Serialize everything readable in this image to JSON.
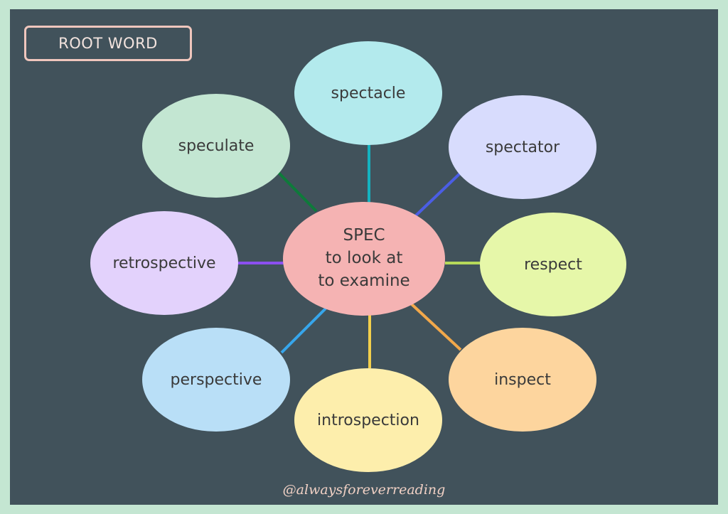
{
  "header": {
    "tag_label": "ROOT WORD"
  },
  "root": {
    "word": "SPEC",
    "meaning_1": "to look at",
    "meaning_2": "to examine",
    "color": "#f5b3b3"
  },
  "branches": [
    {
      "word": "spectacle",
      "color": "#b3eaed",
      "line_color": "#14b2c0"
    },
    {
      "word": "spectator",
      "color": "#d8dcfd",
      "line_color": "#4b5ee4"
    },
    {
      "word": "respect",
      "color": "#e6f7a9",
      "line_color": "#b6d95a"
    },
    {
      "word": "inspect",
      "color": "#fdd59e",
      "line_color": "#f2a84a"
    },
    {
      "word": "introspection",
      "color": "#fdeeac",
      "line_color": "#f2cf4c"
    },
    {
      "word": "perspective",
      "color": "#b9dff7",
      "line_color": "#36a6ec"
    },
    {
      "word": "retrospective",
      "color": "#e3d2fc",
      "line_color": "#8b4ff0"
    },
    {
      "word": "speculate",
      "color": "#c3e6d2",
      "line_color": "#0e7a3a"
    }
  ],
  "footer": {
    "credit": "@alwaysforeverreading"
  }
}
